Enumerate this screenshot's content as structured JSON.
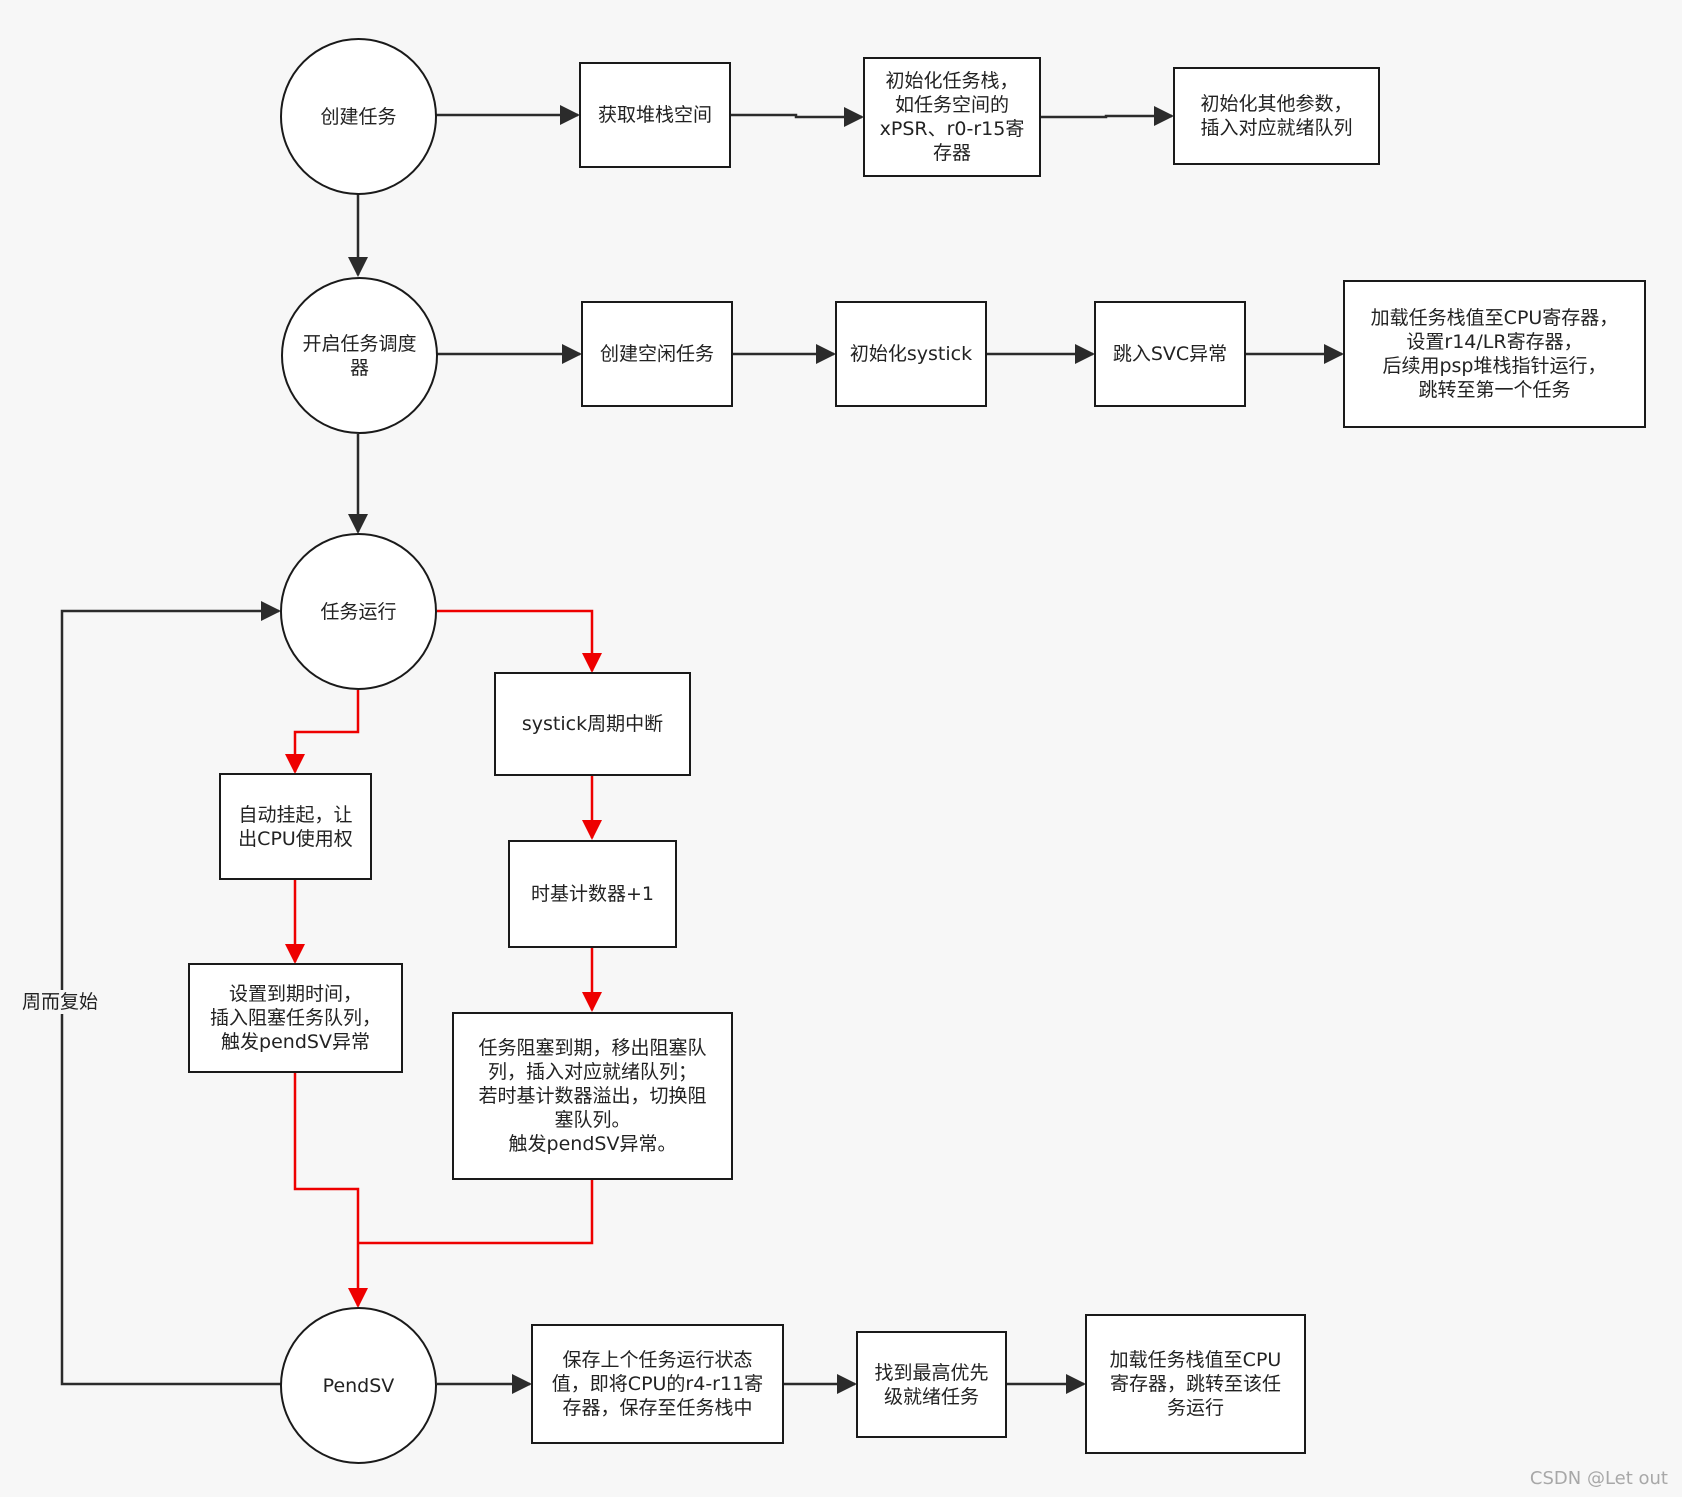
{
  "nodes": {
    "create_task": "创建任务",
    "get_stack": "获取堆栈空间",
    "init_task_stack": "初始化任务栈，\n如任务空间的\nxPSR、r0-r15寄\n存器",
    "init_other": "初始化其他参数，\n插入对应就绪队列",
    "start_scheduler": "开启任务调度\n器",
    "create_idle": "创建空闲任务",
    "init_systick": "初始化systick",
    "jump_svc": "跳入SVC异常",
    "load_first": "加载任务栈值至CPU寄存器，\n设置r14/LR寄存器，\n后续用psp堆栈指针运行，\n跳转至第一个任务",
    "task_run": "任务运行",
    "auto_suspend": "自动挂起，让\n出CPU使用权",
    "set_expire": "设置到期时间，\n插入阻塞任务队列，\n触发pendSV异常",
    "systick_irq": "systick周期中断",
    "timebase_inc": "时基计数器+1",
    "block_expire": "任务阻塞到期，移出阻塞队\n列，插入对应就绪队列；\n若时基计数器溢出，切换阻\n塞队列。\n触发pendSV异常。",
    "pendsv": "PendSV",
    "save_state": "保存上个任务运行状态\n值，即将CPU的r4-r11寄\n存器，保存至任务栈中",
    "find_highest": "找到最高优先\n级就绪任务",
    "load_task": "加载任务栈值至CPU\n寄存器，跳转至该任\n务运行"
  },
  "loop_label": "周而复始",
  "watermark": "CSDN @Let out",
  "colors": {
    "flow": "#2b2b2b",
    "highlight": "#ee0000"
  }
}
